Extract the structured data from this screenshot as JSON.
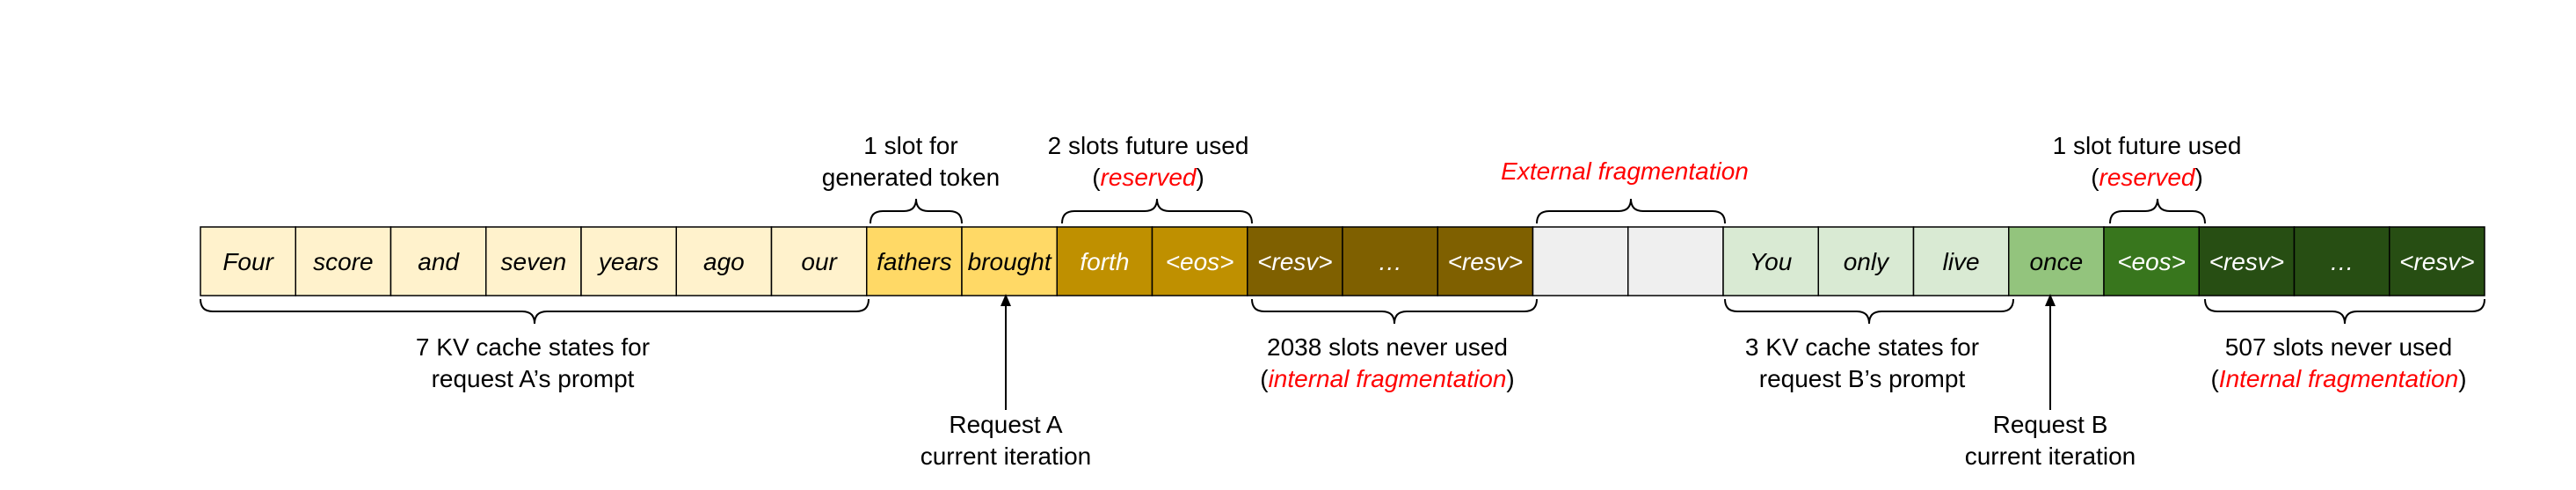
{
  "cells": [
    {
      "text": "Four",
      "color": "#fff2cc",
      "text_color": "#000000"
    },
    {
      "text": "score",
      "color": "#fff2cc",
      "text_color": "#000000"
    },
    {
      "text": "and",
      "color": "#fff2cc",
      "text_color": "#000000"
    },
    {
      "text": "seven",
      "color": "#fff2cc",
      "text_color": "#000000"
    },
    {
      "text": "years",
      "color": "#fff2cc",
      "text_color": "#000000"
    },
    {
      "text": "ago",
      "color": "#fff2cc",
      "text_color": "#000000"
    },
    {
      "text": "our",
      "color": "#fff2cc",
      "text_color": "#000000"
    },
    {
      "text": "fathers",
      "color": "#ffd966",
      "text_color": "#000000"
    },
    {
      "text": "brought",
      "color": "#ffd966",
      "text_color": "#000000"
    },
    {
      "text": "forth",
      "color": "#bf9000",
      "text_color": "#ffffff"
    },
    {
      "text": "<eos>",
      "color": "#bf9000",
      "text_color": "#ffffff"
    },
    {
      "text": "<resv>",
      "color": "#7f6000",
      "text_color": "#ffffff"
    },
    {
      "text": "…",
      "color": "#7f6000",
      "text_color": "#ffffff"
    },
    {
      "text": "<resv>",
      "color": "#7f6000",
      "text_color": "#ffffff"
    },
    {
      "text": "",
      "color": "#efefef",
      "text_color": "#000000"
    },
    {
      "text": "",
      "color": "#efefef",
      "text_color": "#000000"
    },
    {
      "text": "You",
      "color": "#d9ead3",
      "text_color": "#000000"
    },
    {
      "text": "only",
      "color": "#d9ead3",
      "text_color": "#000000"
    },
    {
      "text": "live",
      "color": "#d9ead3",
      "text_color": "#000000"
    },
    {
      "text": "once",
      "color": "#93c47d",
      "text_color": "#000000"
    },
    {
      "text": "<eos>",
      "color": "#38761d",
      "text_color": "#ffffff"
    },
    {
      "text": "<resv>",
      "color": "#274e13",
      "text_color": "#ffffff"
    },
    {
      "text": "…",
      "color": "#274e13",
      "text_color": "#ffffff"
    },
    {
      "text": "<resv>",
      "color": "#274e13",
      "text_color": "#ffffff"
    }
  ],
  "labels": {
    "slot_generated_1": "1 slot for",
    "slot_generated_2": "generated token",
    "future_a_1": "2 slots future used",
    "future_a_2_open": "(",
    "future_a_2_red": "reserved",
    "future_a_2_close": ")",
    "external_frag": "External fragmentation",
    "future_b_1": "1 slot future used",
    "future_b_2_open": "(",
    "future_b_2_red": "reserved",
    "future_b_2_close": ")",
    "prompt_a_1": "7 KV cache states for",
    "prompt_a_2": "request A’s prompt",
    "never_a_1": "2038 slots never used",
    "never_a_2_open": "(",
    "never_a_2_red": "internal fragmentation",
    "never_a_2_close": ")",
    "prompt_b_1": "3 KV cache states for",
    "prompt_b_2": "request B’s prompt",
    "never_b_1": "507 slots never used",
    "never_b_2_open": "(",
    "never_b_2_red": "Internal fragmentation",
    "never_b_2_close": ")",
    "iter_a_1": "Request A",
    "iter_a_2": "current iteration",
    "iter_b_1": "Request B",
    "iter_b_2": "current iteration"
  },
  "colors": {
    "red": "#ff0000",
    "border": "#000000"
  }
}
